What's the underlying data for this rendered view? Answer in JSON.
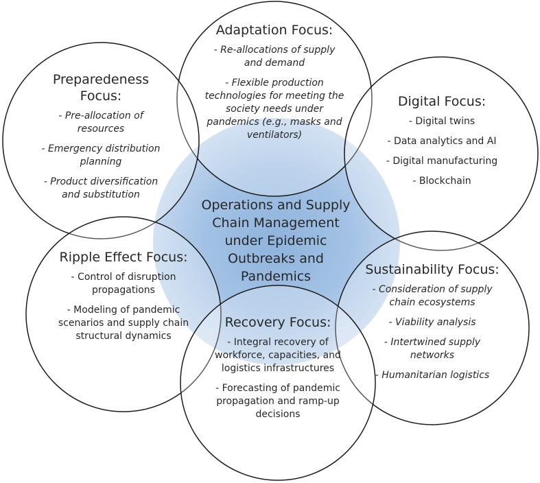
{
  "center": {
    "lines": [
      "Operations and Supply",
      "Chain Management",
      "under Epidemic",
      "Outbreaks and",
      "Pandemics"
    ]
  },
  "adaptation": {
    "title": "Adaptation Focus:",
    "items": [
      "- Re-allocations of supply and demand",
      "- Flexible production technologies for meeting the society needs under pandemics (e.g., masks and ventilators)"
    ]
  },
  "preparedness": {
    "title_lines": [
      "Preparedeness",
      "Focus:"
    ],
    "items": [
      "- Pre-allocation of resources",
      "- Emergency distribution planning",
      "- Product diversification and substitution"
    ]
  },
  "digital": {
    "title": "Digital Focus:",
    "items": [
      "- Digital twins",
      "- Data analytics and AI",
      "- Digital manufacturing",
      "- Blockchain"
    ]
  },
  "ripple": {
    "title": "Ripple Effect Focus:",
    "items": [
      "- Control of disruption propagations",
      "- Modeling of pandemic scenarios and supply chain structural dynamics"
    ]
  },
  "sustainability": {
    "title": "Sustainability Focus:",
    "items": [
      "- Consideration of supply chain ecosystems",
      "- Viability analysis",
      "- Intertwined supply networks",
      "- Humanitarian logistics"
    ]
  },
  "recovery": {
    "title": "Recovery Focus:",
    "items": [
      "- Integral recovery of workforce, capacities, and logistics infrastructures",
      "- Forecasting of pandemic propagation and ramp-up decisions"
    ]
  },
  "colors": {
    "center_fill": "#a9c6e6",
    "center_core": "#9dbde0",
    "circle_stroke": "#1a1a1a"
  }
}
